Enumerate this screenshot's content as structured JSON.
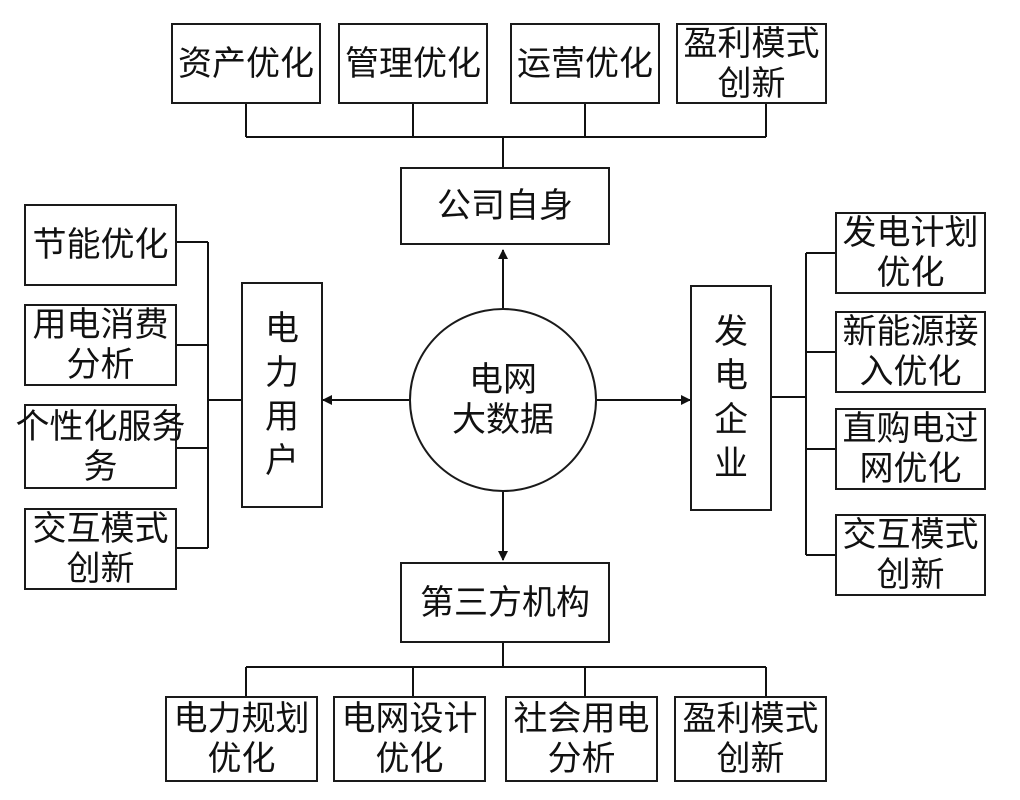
{
  "center": "电网\n大数据",
  "top": {
    "hub": "公司自身",
    "items": [
      "资产优化",
      "管理优化",
      "运营优化",
      "盈利模式\n创新"
    ]
  },
  "left": {
    "hub": "电\n力\n用\n户",
    "items": [
      "节能优化",
      "用电消费\n分析",
      "个性化服务\n务",
      "交互模式\n创新"
    ]
  },
  "right": {
    "hub": "发\n电\n企\n业",
    "items": [
      "发电计划\n优化",
      "新能源接\n入优化",
      "直购电过\n网优化",
      "交互模式\n创新"
    ]
  },
  "bottom": {
    "hub": "第三方机构",
    "items": [
      "电力规划\n优化",
      "电网设计\n优化",
      "社会用电\n分析",
      "盈利模式\n创新"
    ]
  }
}
